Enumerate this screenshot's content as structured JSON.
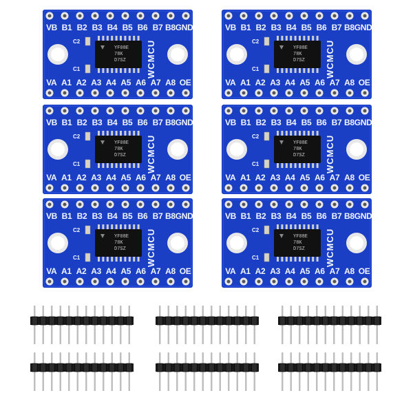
{
  "board": {
    "top_pins": [
      "VB",
      "B1",
      "B2",
      "B3",
      "B4",
      "B5",
      "B6",
      "B7",
      "B8GND"
    ],
    "bottom_pins": [
      "VA",
      "A1",
      "A2",
      "A3",
      "A4",
      "A5",
      "A6",
      "A7",
      "A8",
      "OE"
    ],
    "cap_top": "C2",
    "cap_bottom": "C1",
    "brand": "WCMCU",
    "chip_line1": "YF08E",
    "chip_line2": "78K",
    "chip_line3": "D7SZ",
    "count": 6
  },
  "headers": {
    "count": 6,
    "pins_per_header": 12
  },
  "colors": {
    "pcb": "#1a3fc4",
    "pad": "#e8e8e8",
    "chip": "#111111",
    "header_plastic": "#1a1a1a",
    "pin": "#bdbdbd"
  }
}
